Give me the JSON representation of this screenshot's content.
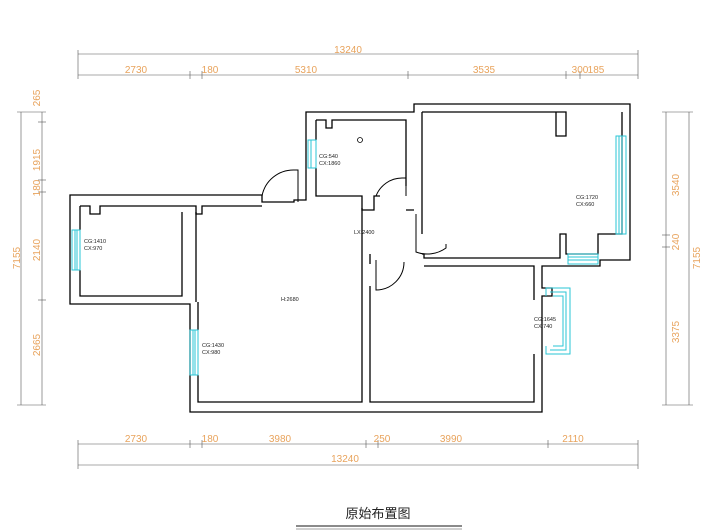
{
  "dimensions": {
    "top_total": "13240",
    "top_segments": [
      "2730",
      "180",
      "5310",
      "3535",
      "300",
      "185"
    ],
    "bottom_segments": [
      "2730",
      "180",
      "3980",
      "250",
      "3990",
      "2110"
    ],
    "bottom_total": "13240",
    "left_total": "7155",
    "left_segments": [
      "265",
      "1915",
      "180",
      "2140",
      "2665"
    ],
    "right_segments": [
      "3540",
      "240",
      "3375"
    ],
    "right_total": "7155"
  },
  "rooms": {
    "kitchen_cg": "CG:540",
    "kitchen_cx": "CX:1860",
    "bedroom_ne_cg": "CG:1720",
    "bedroom_ne_cx": "CX:660",
    "west_cg": "CG:1410",
    "west_cx": "CX:970",
    "corridor_lx": "LX:2400",
    "living_h": "H:2680",
    "living_cg": "CG:1430",
    "living_cx": "CX:980",
    "se_cg": "CG:1645",
    "se_cx": "CX:740"
  },
  "caption": "原始布置图",
  "colors": {
    "wall": "#000000",
    "window": "#29c6d6",
    "dimension": "#e8a35c",
    "line": "#666666"
  }
}
